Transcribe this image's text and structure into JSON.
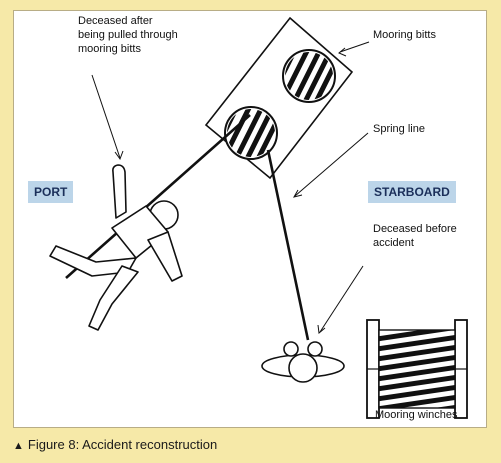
{
  "labels": {
    "deceased_after": [
      "Deceased after",
      "being pulled through",
      "mooring bitts"
    ],
    "mooring_bitts": "Mooring bitts",
    "spring_line": "Spring line",
    "port": "PORT",
    "starboard": "STARBOARD",
    "deceased_before": [
      "Deceased before",
      "accident"
    ],
    "mooring_winches": "Mooring winches"
  },
  "caption": {
    "marker": "▲",
    "text": "Figure 8: Accident reconstruction"
  },
  "colors": {
    "page_background": "#f6e9a8",
    "side_box": "#bcd5e9",
    "side_box_text": "#1b2f5a",
    "line": "#111111"
  }
}
